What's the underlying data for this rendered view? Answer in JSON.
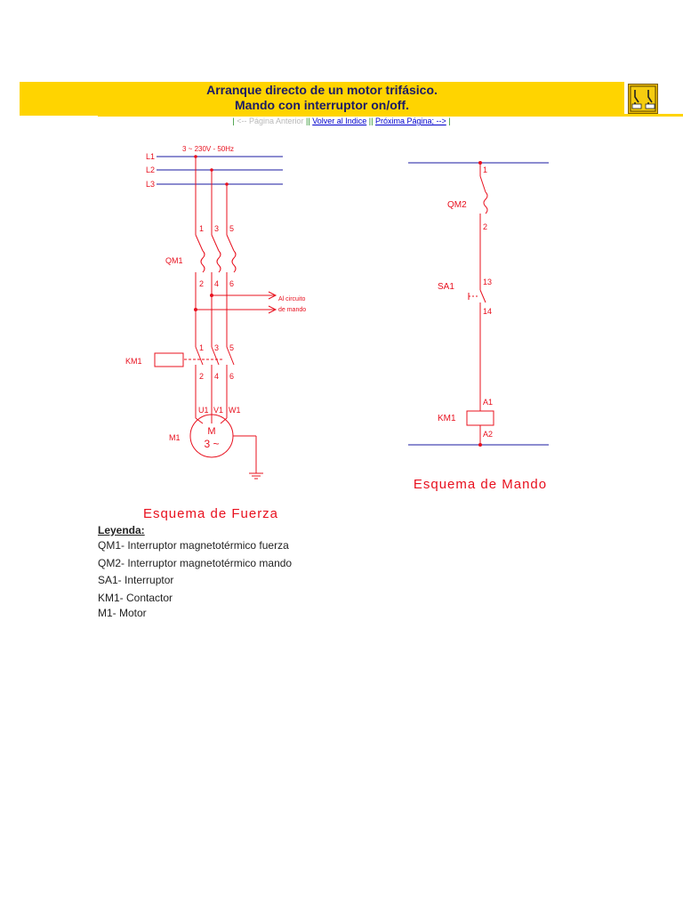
{
  "header": {
    "title_line1": "Arranque directo de un motor trifásico.",
    "title_line2": "Mando con interruptor on/off."
  },
  "nav": {
    "prev": "<-- Página Anterior",
    "index": "Volver al Indice",
    "next": "Próxima Página; -->",
    "separator": "|"
  },
  "power_diagram": {
    "supply_label": "3 ~ 230V - 50Hz",
    "lines": [
      "L1",
      "L2",
      "L3"
    ],
    "qm1_label": "QM1",
    "qm1_top_terminals": [
      "1",
      "3",
      "5"
    ],
    "qm1_bottom_terminals": [
      "2",
      "4",
      "6"
    ],
    "km1_label": "KM1",
    "km1_top_terminals": [
      "1",
      "3",
      "5"
    ],
    "km1_bottom_terminals": [
      "2",
      "4",
      "6"
    ],
    "motor_terminals": [
      "U1",
      "V1",
      "W1"
    ],
    "motor_label": "M1",
    "motor_symbol_top": "M",
    "motor_symbol_bottom": "3 ~",
    "control_note_line1": "Al circuito",
    "control_note_line2": "de mando",
    "caption": "Esquema de Fuerza"
  },
  "control_diagram": {
    "qm2_label": "QM2",
    "qm2_terminals": [
      "1",
      "2"
    ],
    "sa1_label": "SA1",
    "sa1_terminals": [
      "13",
      "14"
    ],
    "km1_label": "KM1",
    "km1_terminals": [
      "A1",
      "A2"
    ],
    "caption": "Esquema de Mando"
  },
  "legend": {
    "title": "Leyenda:",
    "items": [
      "QM1- Interruptor magnetotérmico fuerza",
      "QM2- Interruptor magnetotérmico mando",
      "SA1- Interruptor",
      "KM1- Contactor",
      "M1- Motor"
    ]
  },
  "colors": {
    "header_bg": "#ffd400",
    "title_text": "#1a1a66",
    "wire_red": "#e8101e",
    "bus_blue": "#1a1aa0",
    "nav_link": "#0000cc"
  }
}
